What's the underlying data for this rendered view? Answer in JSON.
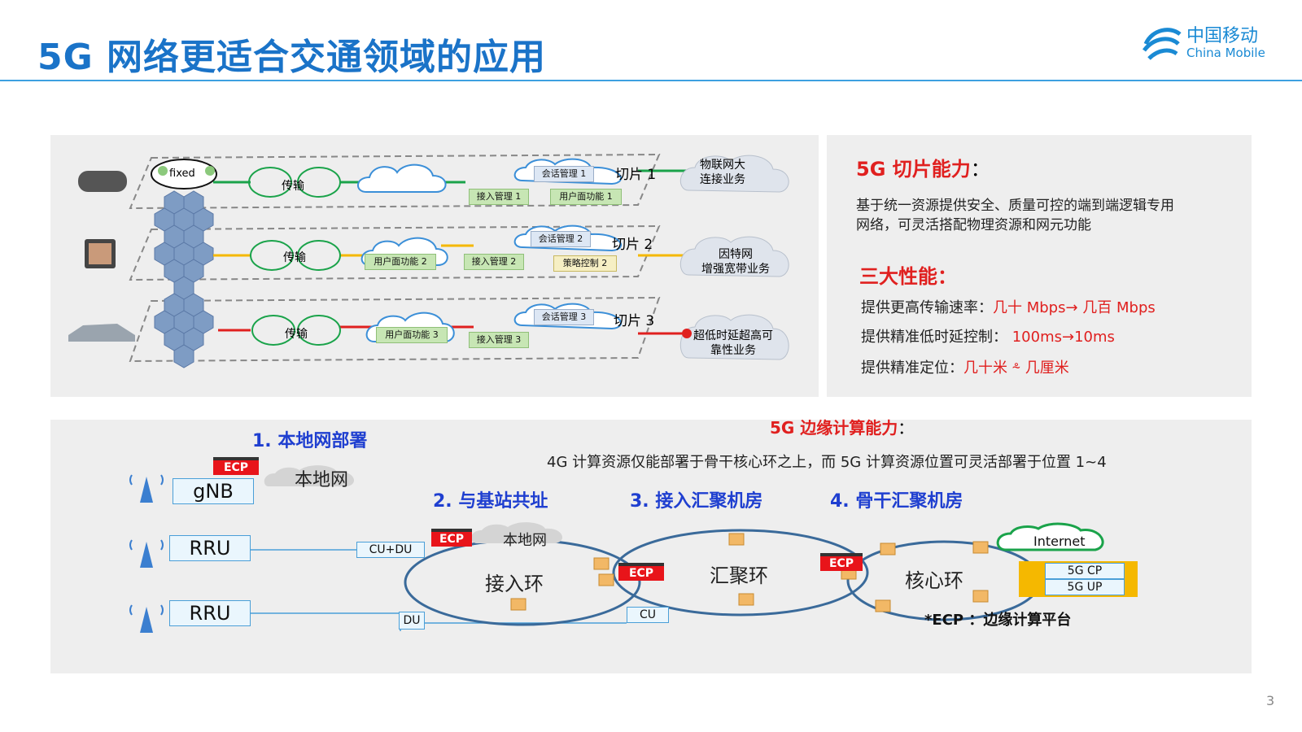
{
  "title": "5G 网络更适合交通领域的应用",
  "logo": {
    "cn": "中国移动",
    "en": "China Mobile"
  },
  "page_number": "3",
  "slicing_diagram": {
    "fixed_label": "fixed",
    "transport_label": "传输",
    "slices": [
      {
        "name": "切片 1",
        "session": "会话管理 1",
        "access": "接入管理 1",
        "upf": "用户面功能 1",
        "service": [
          "物联网大",
          "连接业务"
        ],
        "color": "#1aa34a"
      },
      {
        "name": "切片 2",
        "session": "会话管理 2",
        "access": "接入管理 2",
        "upf": "用户面功能 2",
        "policy": "策略控制 2",
        "service": [
          "因特网",
          "增强宽带业务"
        ],
        "color": "#f5b800"
      },
      {
        "name": "切片 3",
        "session": "会话管理 3",
        "access": "接入管理 3",
        "upf": "用户面功能 3",
        "service": [
          "超低时延超高可",
          "靠性业务"
        ],
        "color": "#e0201f"
      }
    ]
  },
  "slice_capability": {
    "heading": "5G 切片能力",
    "colon": "：",
    "desc_line1": "基于统一资源提供安全、质量可控的端到端逻辑专用",
    "desc_line2": "网络，可灵活搭配物理资源和网元功能",
    "perf_heading": "三大性能：",
    "perf": [
      {
        "label": "提供更高传输速率：",
        "value": "几十 Mbps→ 几百 Mbps"
      },
      {
        "label": "提供精准低时延控制：",
        "value": " 100ms→10ms"
      },
      {
        "label": "提供精准定位：",
        "value": "几十米 ⸛ 几厘米"
      }
    ]
  },
  "edge": {
    "heading": "5G 边缘计算能力",
    "heading_colon": "：",
    "desc": "4G 计算资源仅能部署于骨干核心环之上，而 5G 计算资源位置可灵活部署于位置 1~4",
    "locations": [
      "1.  本地网部署",
      "2.  与基站共址",
      "3.  接入汇聚机房",
      "4.  骨干汇聚机房"
    ],
    "gnb": "gNB",
    "rru": "RRU",
    "ecp": "ECP",
    "local_net": "本地网",
    "cudu": "CU+DU",
    "du": "DU",
    "cu": "CU",
    "rings": [
      "接入环",
      "汇聚环",
      "核心环"
    ],
    "internet": "Internet",
    "cp": "5G CP",
    "up": "5G UP",
    "note": "*ECP ：边缘计算平台"
  }
}
